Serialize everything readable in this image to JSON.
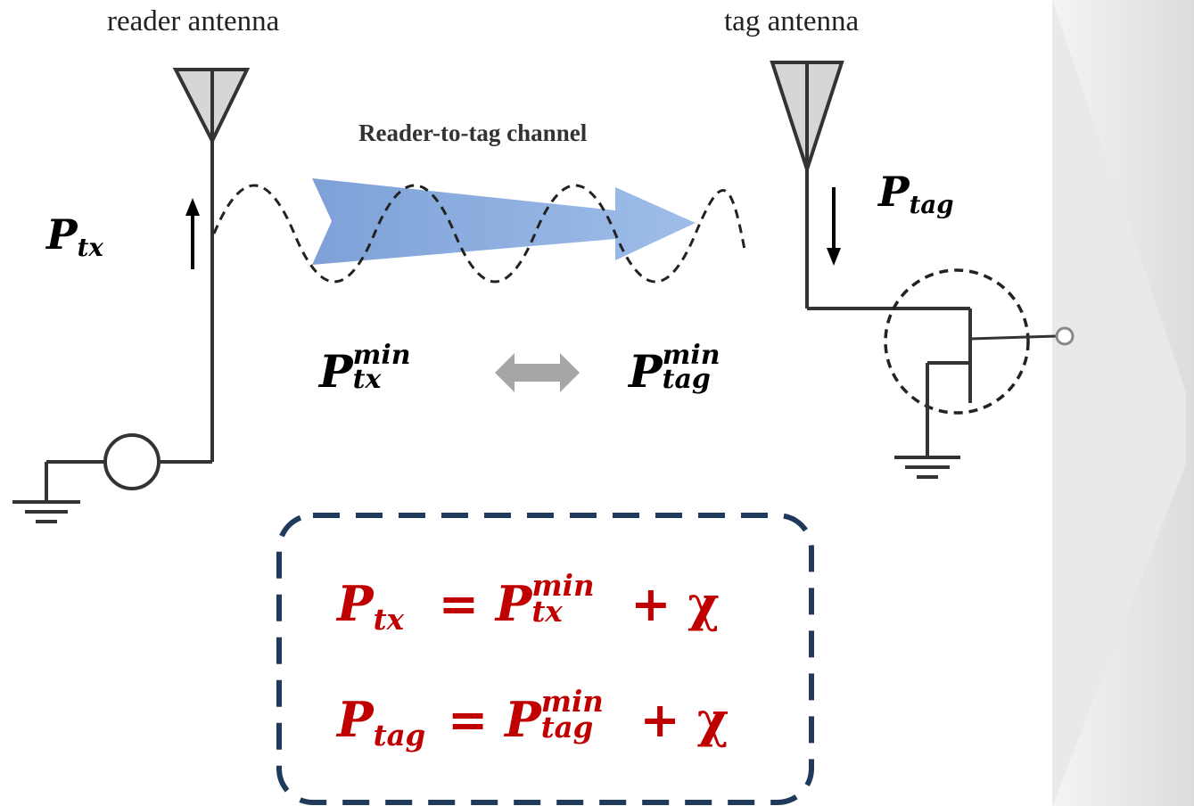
{
  "labels": {
    "reader_antenna": "reader antenna",
    "tag_antenna": "tag antenna",
    "channel": "Reader-to-tag channel"
  },
  "symbols": {
    "P": "P",
    "tx": "tx",
    "tag": "tag",
    "min": "min",
    "equals": "=",
    "plus": "+",
    "chi": "χ"
  },
  "colors": {
    "equation_red": "#c00000",
    "box_dashes": "#1f3a5a",
    "channel_arrow": "#7ea3d8",
    "double_arrow": "#a6a6a6",
    "panel_gray": "#ececec"
  },
  "icons": [
    "antenna-icon",
    "ground-icon",
    "source-circle-icon",
    "transistor-icon",
    "double-arrow-icon"
  ]
}
